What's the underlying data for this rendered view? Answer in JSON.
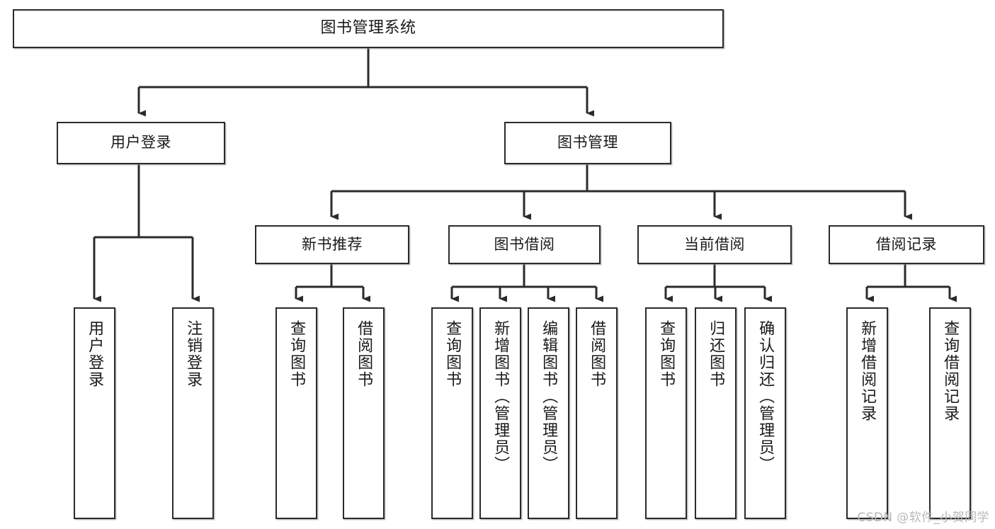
{
  "diagram": {
    "title": "图书管理系统",
    "type": "tree-hierarchy-chart",
    "watermark": "CSDN @软件_小贺同学",
    "colors": {
      "border": "#2b2b2b",
      "fill": "#ffffff",
      "edge": "#2b2b2b",
      "text": "#1a1a1a",
      "watermark": "#b8b8b8"
    }
  },
  "nodes": {
    "root": {
      "label": "图书管理系统"
    },
    "level2": [
      {
        "id": "user-login",
        "label": "用户登录"
      },
      {
        "id": "book-manage",
        "label": "图书管理"
      }
    ],
    "level3": [
      {
        "id": "new-book-recommend",
        "label": "新书推荐"
      },
      {
        "id": "book-borrow",
        "label": "图书借阅"
      },
      {
        "id": "current-borrow",
        "label": "当前借阅"
      },
      {
        "id": "borrow-record",
        "label": "借阅记录"
      }
    ],
    "leaves": {
      "user_login": [
        {
          "id": "leaf-user-login",
          "label": "用户登录"
        },
        {
          "id": "leaf-logout-login",
          "label": "注销登录"
        }
      ],
      "new_book_recommend": [
        {
          "id": "leaf-query-book-1",
          "label": "查询图书"
        },
        {
          "id": "leaf-borrow-book-1",
          "label": "借阅图书"
        }
      ],
      "book_borrow": [
        {
          "id": "leaf-query-book-2",
          "label": "查询图书"
        },
        {
          "id": "leaf-add-book",
          "label": "新增图书（管理员）"
        },
        {
          "id": "leaf-edit-book",
          "label": "编辑图书（管理员）"
        },
        {
          "id": "leaf-borrow-book-2",
          "label": "借阅图书"
        }
      ],
      "current_borrow": [
        {
          "id": "leaf-query-book-3",
          "label": "查询图书"
        },
        {
          "id": "leaf-return-book",
          "label": "归还图书"
        },
        {
          "id": "leaf-confirm-return",
          "label": "确认归还（管理员）"
        }
      ],
      "borrow_record": [
        {
          "id": "leaf-add-record",
          "label": "新增借阅记录"
        },
        {
          "id": "leaf-query-record",
          "label": "查询借阅记录"
        }
      ]
    }
  }
}
